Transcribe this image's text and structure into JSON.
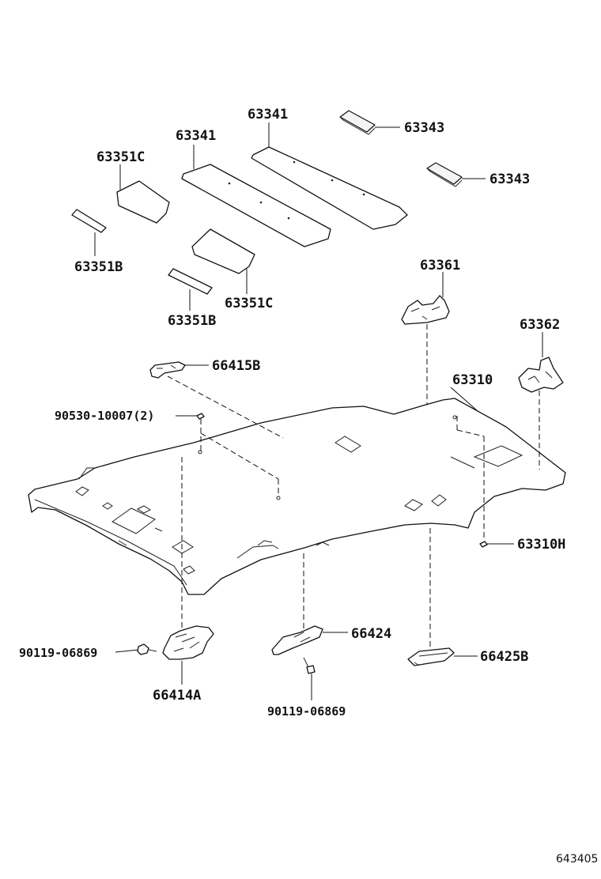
{
  "diagram_id": "643405",
  "callouts": {
    "c_63341_a": "63341",
    "c_63341_b": "63341",
    "c_63343_a": "63343",
    "c_63343_b": "63343",
    "c_63351c_a": "63351C",
    "c_63351c_b": "63351C",
    "c_63351b_a": "63351B",
    "c_63351b_b": "63351B",
    "c_63361": "63361",
    "c_63362": "63362",
    "c_66415b": "66415B",
    "c_63310": "63310",
    "c_90530": "90530-10007(2)",
    "c_63310h": "63310H",
    "c_90119_a": "90119-06869",
    "c_66424": "66424",
    "c_66425b": "66425B",
    "c_66414a": "66414A",
    "c_90119_b": "90119-06869"
  }
}
